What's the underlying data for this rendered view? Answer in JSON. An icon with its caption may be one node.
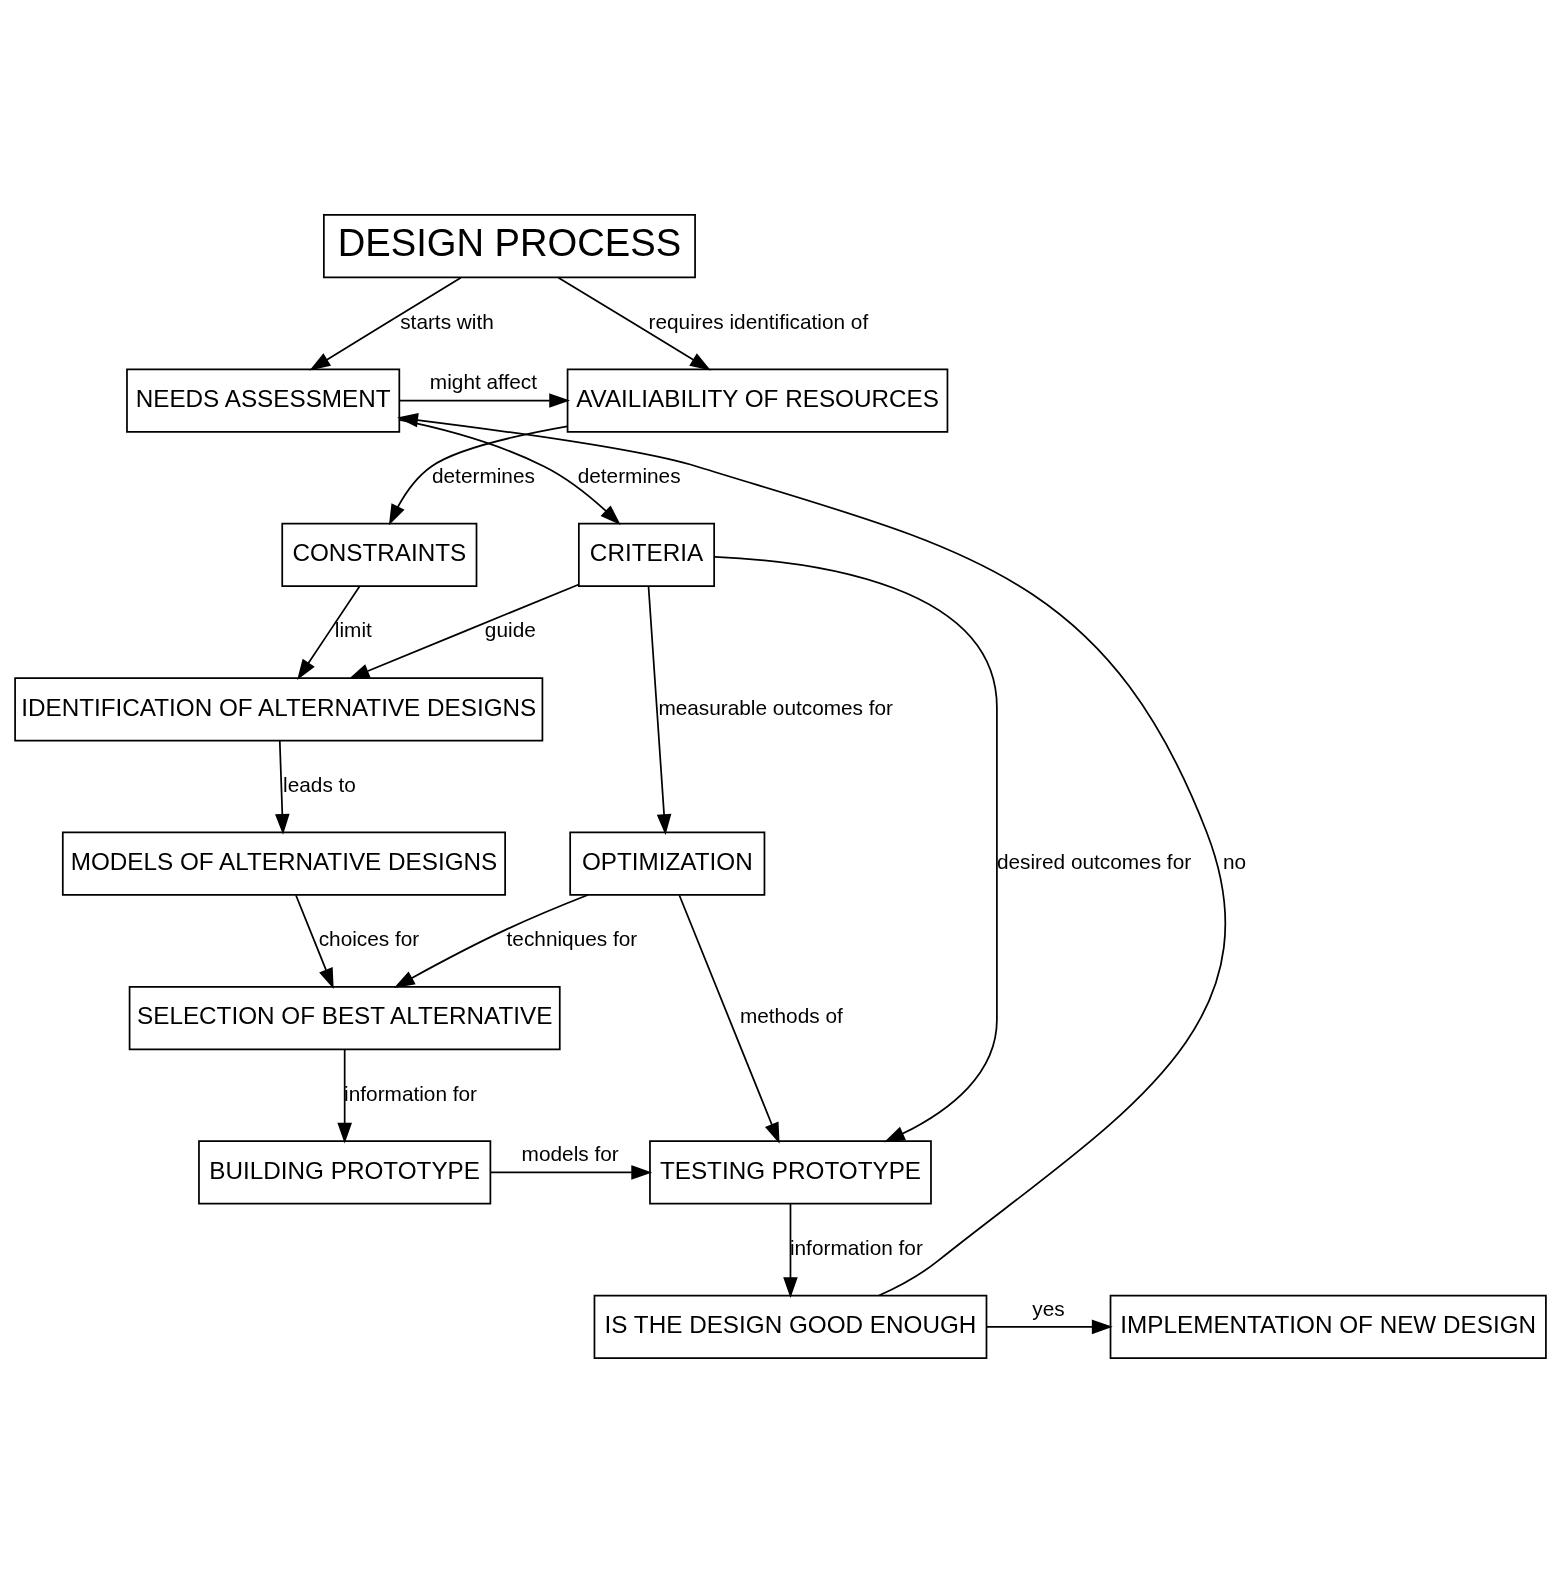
{
  "diagram": {
    "nodes": [
      {
        "text": [
          "DESIGN PROCESS"
        ]
      },
      {
        "text": [
          "NEEDS ASSESSMENT"
        ]
      },
      {
        "text": [
          "AVAILIABILITY OF RESOURCES"
        ]
      },
      {
        "text": [
          "CRITERIA"
        ]
      },
      {
        "text": [
          "CONSTRAINTS"
        ]
      },
      {
        "text": [
          "IDENTIFICATION OF ALTERNATIVE DESIGNS"
        ]
      },
      {
        "text": [
          "OPTIMIZATION"
        ]
      },
      {
        "text": [
          "MODELS OF ALTERNATIVE DESIGNS"
        ]
      },
      {
        "text": [
          "SELECTION OF BEST ALTERNATIVE"
        ]
      },
      {
        "text": [
          "TESTING PROTOTYPE"
        ]
      },
      {
        "text": [
          "BUILDING PROTOTYPE"
        ]
      },
      {
        "text": [
          "IS THE DESIGN GOOD ENOUGH"
        ]
      },
      {
        "text": [
          "IMPLEMENTATION OF NEW DESIGN"
        ]
      }
    ],
    "edges": [
      {
        "from": 0,
        "to": 1,
        "arrow": "to",
        "label": "starts with"
      },
      {
        "from": 0,
        "to": 2,
        "arrow": "to",
        "label": "requires identification of"
      },
      {
        "from": 1,
        "to": 2,
        "arrow": "to",
        "label": "might affect"
      },
      {
        "from": 1,
        "to": 3,
        "arrow": "to",
        "label": "determines"
      },
      {
        "from": 2,
        "to": 4,
        "arrow": "to",
        "label": "determines"
      },
      {
        "from": 3,
        "to": 5,
        "arrow": "to",
        "label": "guide"
      },
      {
        "from": 4,
        "to": 5,
        "arrow": "to",
        "label": "limit"
      },
      {
        "from": 3,
        "to": 6,
        "arrow": "to",
        "label": "measurable outcomes for"
      },
      {
        "from": 3,
        "to": 9,
        "arrow": "to",
        "label": "desired outcomes for"
      },
      {
        "from": 5,
        "to": 7,
        "arrow": "to",
        "label": "leads to"
      },
      {
        "from": 6,
        "to": 8,
        "arrow": "to",
        "label": "techniques for"
      },
      {
        "from": 7,
        "to": 8,
        "arrow": "to",
        "label": "choices for"
      },
      {
        "from": 6,
        "to": 9,
        "arrow": "to",
        "label": "methods of"
      },
      {
        "from": 8,
        "to": 10,
        "arrow": "to",
        "label": "information for"
      },
      {
        "from": 10,
        "to": 9,
        "arrow": "to",
        "label": "models for"
      },
      {
        "from": 9,
        "to": 11,
        "arrow": "to",
        "label": "information for"
      },
      {
        "from": 11,
        "to": 1,
        "arrow": "to",
        "label": "no"
      },
      {
        "from": 11,
        "to": 12,
        "arrow": "to",
        "label": "yes"
      }
    ]
  }
}
